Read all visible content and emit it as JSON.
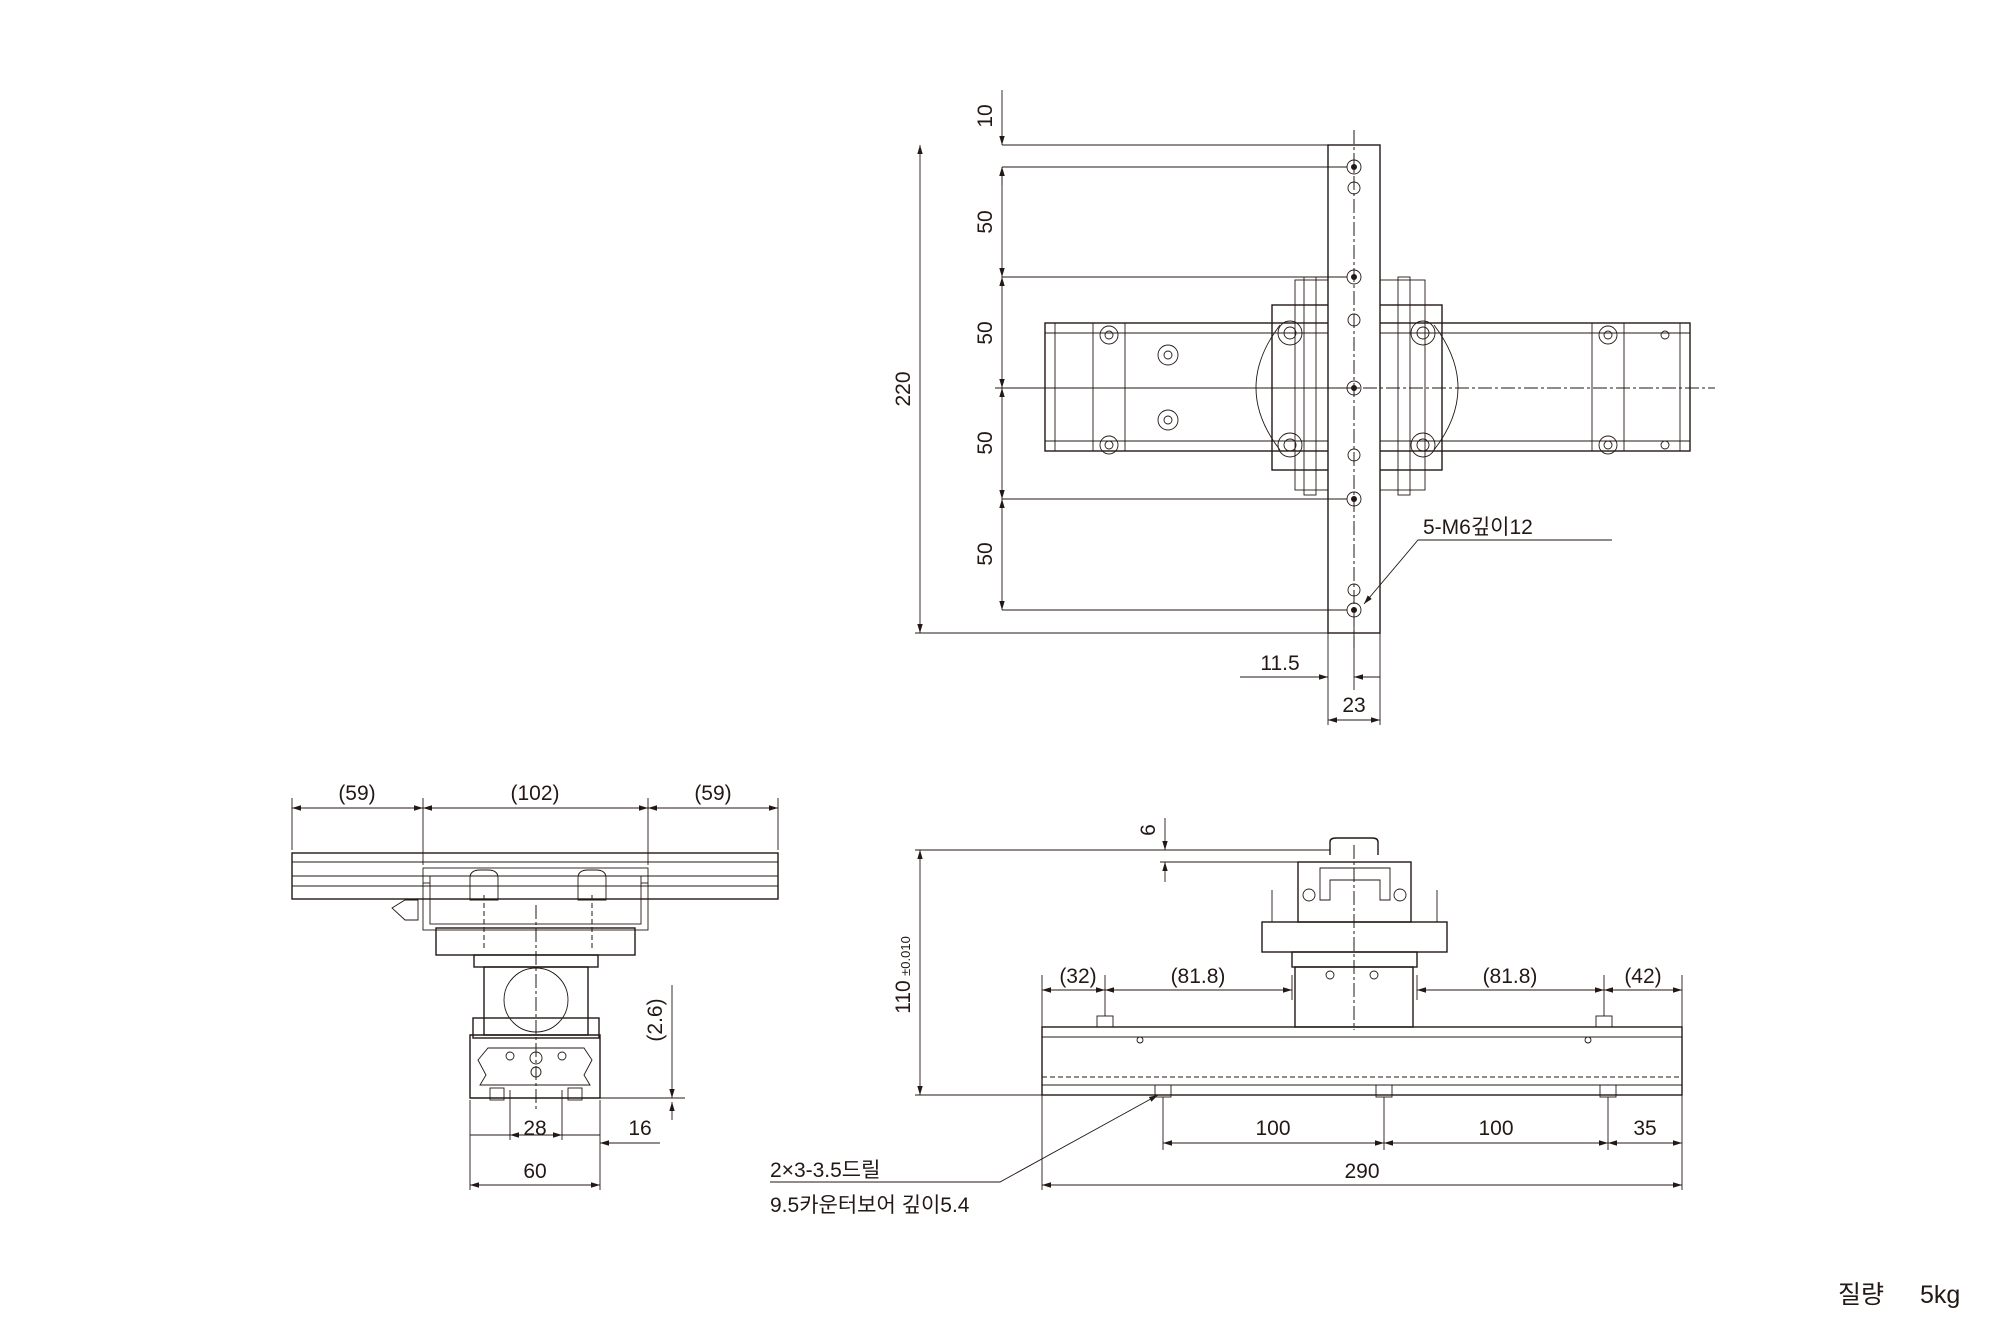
{
  "drawing": {
    "top_view": {
      "dim_10": "10",
      "dim_50_a": "50",
      "dim_50_b": "50",
      "dim_50_c": "50",
      "dim_50_d": "50",
      "dim_220": "220",
      "dim_11_5": "11.5",
      "dim_23": "23",
      "tap_callout": "5-M6깊이12"
    },
    "end_view": {
      "dim_59_left": "(59)",
      "dim_102": "(102)",
      "dim_59_right": "(59)",
      "dim_2_6": "(2.6)",
      "dim_28": "28",
      "dim_16": "16",
      "dim_60": "60"
    },
    "front_view": {
      "dim_6": "6",
      "dim_110": "110",
      "dim_110_tol": "±0.010",
      "dim_32": "(32)",
      "dim_81_8_left": "(81.8)",
      "dim_81_8_right": "(81.8)",
      "dim_42": "(42)",
      "dim_100_a": "100",
      "dim_100_b": "100",
      "dim_35": "35",
      "dim_290": "290",
      "drill_callout_line1": "2×3-3.5드릴",
      "drill_callout_line2": "9.5카운터보어 깊이5.4"
    },
    "weight_label": "질량",
    "weight_value": "5kg"
  }
}
